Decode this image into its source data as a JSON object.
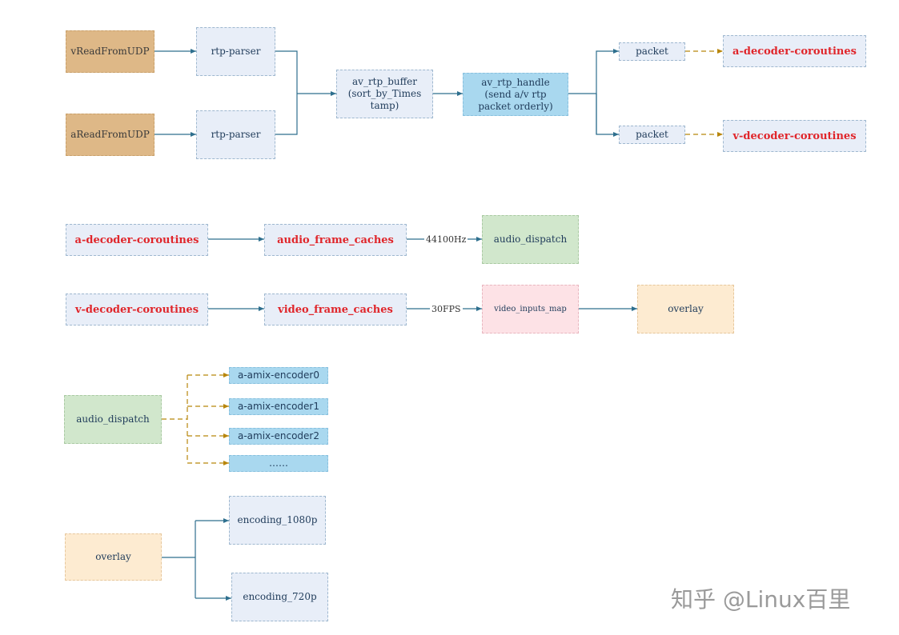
{
  "nodes": {
    "vReadFromUDP": "vReadFromUDP",
    "aReadFromUDP": "aReadFromUDP",
    "rtp_parser_1": "rtp-parser",
    "rtp_parser_2": "rtp-parser",
    "av_rtp_buffer": "av_rtp_buffer\n(sort_by_Times\ntamp)",
    "av_rtp_handle": "av_rtp_handle\n(send a/v rtp\npacket orderly)",
    "packet_1": "packet",
    "packet_2": "packet",
    "a_decoder_top": "a-decoder-coroutines",
    "v_decoder_top": "v-decoder-coroutines",
    "a_decoder_row": "a-decoder-coroutines",
    "audio_frame_caches": "audio_frame_caches",
    "audio_dispatch_row": "audio_dispatch",
    "v_decoder_row": "v-decoder-coroutines",
    "video_frame_caches": "video_frame_caches",
    "video_inputs_map": "video_inputs_map",
    "overlay_row": "overlay",
    "audio_dispatch_tree": "audio_dispatch",
    "a_amix_encoder0": "a-amix-encoder0",
    "a_amix_encoder1": "a-amix-encoder1",
    "a_amix_encoder2": "a-amix-encoder2",
    "a_amix_more": "……",
    "overlay_tree": "overlay",
    "encoding_1080p": "encoding_1080p",
    "encoding_720p": "encoding_720p"
  },
  "edge_labels": {
    "audio_rate": "44100Hz",
    "video_rate": "30FPS"
  },
  "colors": {
    "solid_edge": "#2e6f8e",
    "dashed_edge": "#b8860b"
  },
  "watermark": "知乎 @Linux百里"
}
